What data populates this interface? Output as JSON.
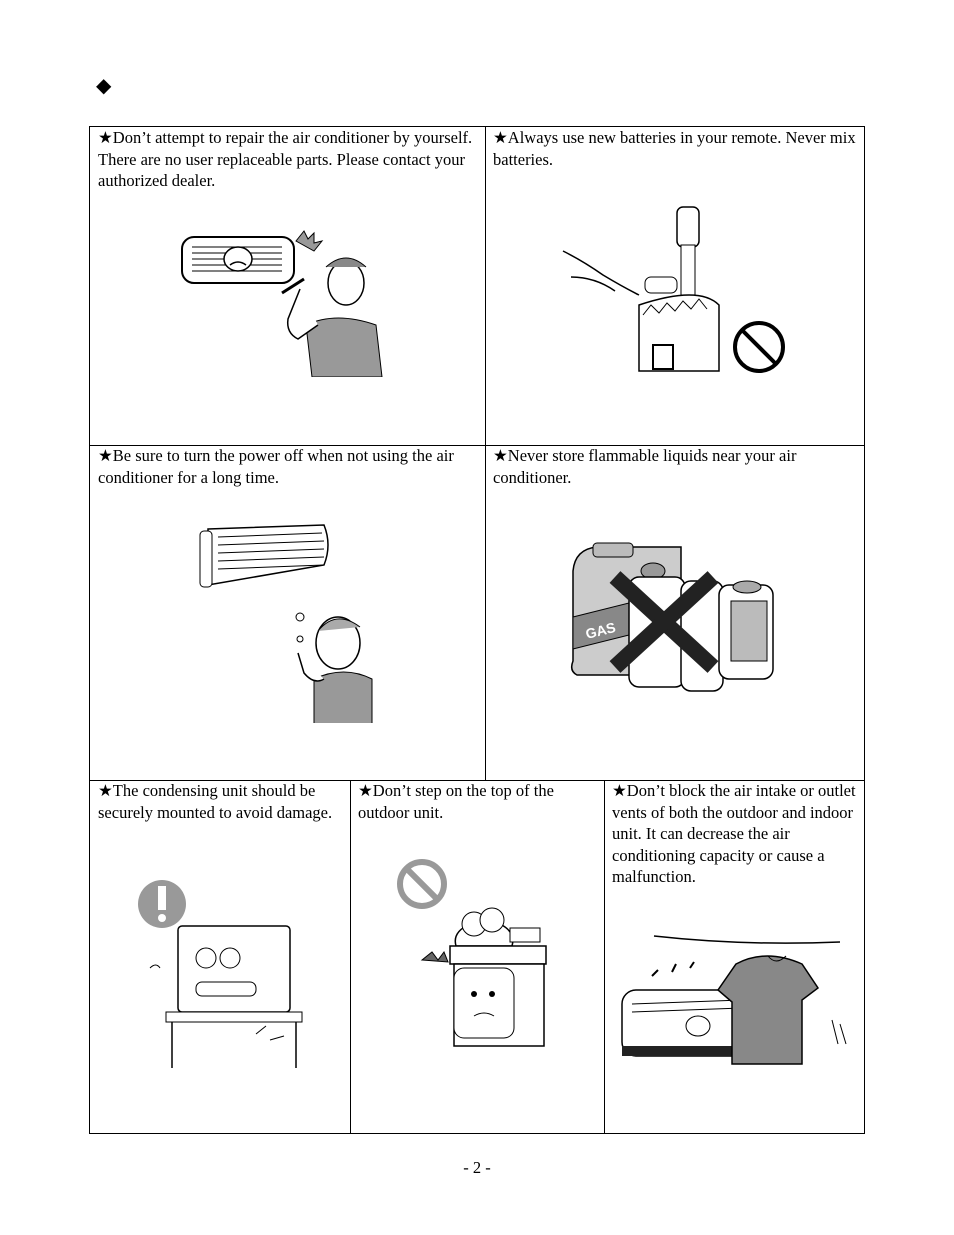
{
  "header": {
    "bullet_glyph": "◆"
  },
  "cells": [
    {
      "text": "★Don’t attempt to repair the air conditioner by yourself.  There are no user replaceable parts. Please contact your authorized dealer.",
      "icon": "repair-man-icon"
    },
    {
      "text": "★Always use new batteries in your remote. Never mix batteries.",
      "icon": "battery-prohibited-icon"
    },
    {
      "text": "★Be sure to turn the power off when not using the air conditioner for a long time.",
      "icon": "power-off-icon"
    },
    {
      "text": "★Never store flammable liquids near your air conditioner.",
      "icon": "flammable-prohibited-icon",
      "label": "GAS"
    },
    {
      "text": "★The condensing unit should be securely mounted to avoid damage.",
      "icon": "mounted-unit-icon"
    },
    {
      "text": "★Don’t step on the top of the outdoor unit.",
      "icon": "no-step-icon"
    },
    {
      "text": "★Don’t block the air intake or outlet vents of both the outdoor and indoor unit. It can decrease the air conditioning capacity or cause a malfunction.",
      "icon": "blocked-vent-icon"
    }
  ],
  "footer": {
    "page_number": "- 2 -"
  }
}
